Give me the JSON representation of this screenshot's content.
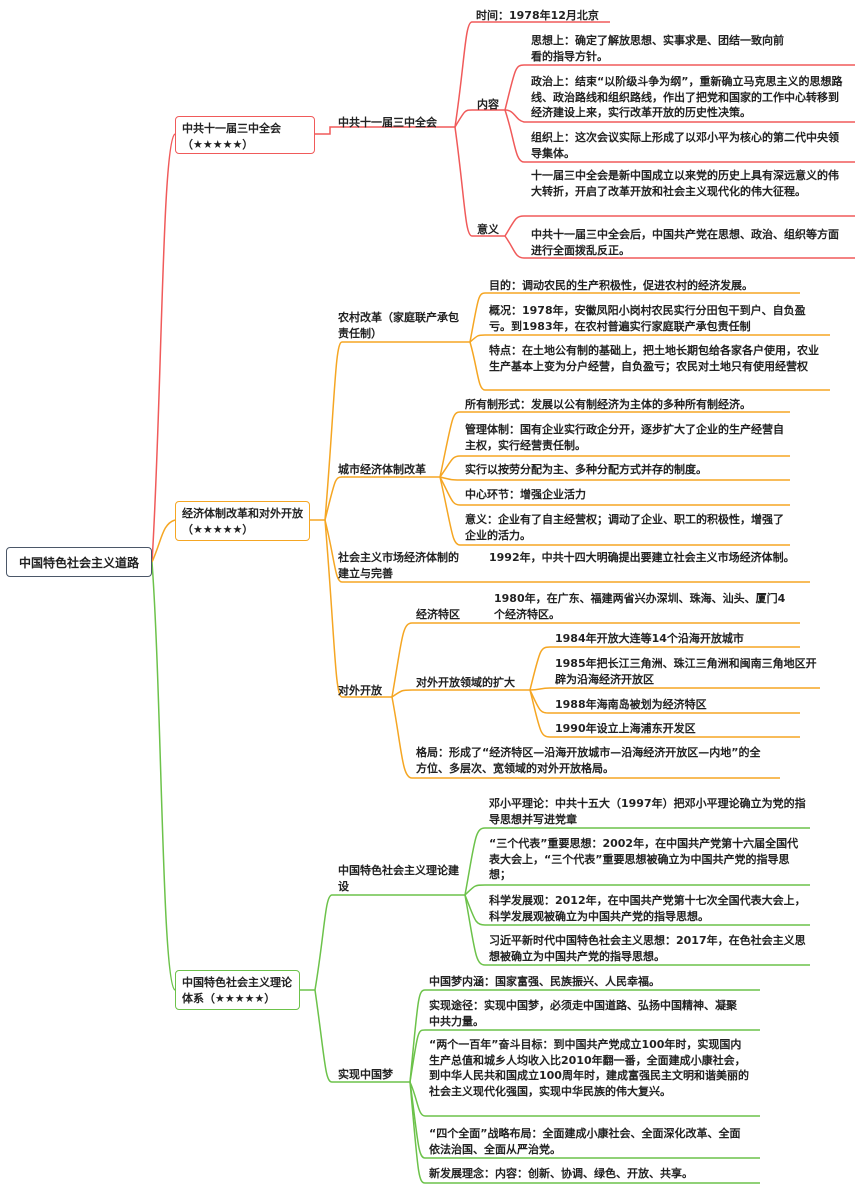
{
  "root": "中国特色社会主义道路",
  "colors": {
    "red": "#f05a5a",
    "orange": "#f5a623",
    "green": "#6cc24a",
    "root_border": "#4b5768"
  },
  "branch1": {
    "label": "中共十一届三中全会（★★★★★）",
    "topic": "中共十一届三中全会",
    "time": "时间：1978年12月北京",
    "content_label": "内容",
    "content": [
      "思想上：确定了解放思想、实事求是、团结一致向前看的指导方针。",
      "政治上：结束“以阶级斗争为纲”，重新确立马克思主义的思想路线、政治路线和组织路线，作出了把党和国家的工作中心转移到经济建设上来，实行改革开放的历史性决策。",
      "组织上：这次会议实际上形成了以邓小平为核心的第二代中央领导集体。"
    ],
    "meaning_label": "意义",
    "meaning": [
      "十一届三中全会是新中国成立以来党的历史上具有深远意义的伟大转折，开启了改革开放和社会主义现代化的伟大征程。",
      "中共十一届三中全会后，中国共产党在思想、政治、组织等方面进行全面拨乱反正。"
    ]
  },
  "branch2": {
    "label": "经济体制改革和对外开放（★★★★★）",
    "rural": {
      "label": "农村改革（家庭联产承包责任制）",
      "items": [
        "目的：调动农民的生产积极性，促进农村的经济发展。",
        "概况：1978年，安徽凤阳小岗村农民实行分田包干到户、自负盈亏。到1983年，在农村普遍实行家庭联产承包责任制",
        "特点：在土地公有制的基础上，把土地长期包给各家各户使用，农业生产基本上变为分户经营，自负盈亏；农民对土地只有使用经营权"
      ]
    },
    "urban": {
      "label": "城市经济体制改革",
      "items": [
        "所有制形式：发展以公有制经济为主体的多种所有制经济。",
        "管理体制：国有企业实行政企分开，逐步扩大了企业的生产经营自主权，实行经营责任制。",
        "实行以按劳分配为主、多种分配方式并存的制度。",
        "中心环节：增强企业活力",
        "意义：企业有了自主经营权；调动了企业、职工的积极性，增强了企业的活力。"
      ]
    },
    "market": {
      "label": "社会主义市场经济体制的建立与完善",
      "item": "1992年，中共十四大明确提出要建立社会主义市场经济体制。"
    },
    "open": {
      "label": "对外开放",
      "sez_label": "经济特区",
      "sez": "1980年，在广东、福建两省兴办深圳、珠海、汕头、厦门4个经济特区。",
      "expand_label": "对外开放领域的扩大",
      "expand": [
        "1984年开放大连等14个沿海开放城市",
        "1985年把长江三角洲、珠江三角洲和闽南三角地区开辟为沿海经济开放区",
        "1988年海南岛被划为经济特区",
        "1990年设立上海浦东开发区"
      ],
      "pattern": "格局：形成了“经济特区—沿海开放城市—沿海经济开放区—内地”的全方位、多层次、宽领域的对外开放格局。"
    }
  },
  "branch3": {
    "label": "中国特色社会主义理论体系（★★★★★）",
    "theory": {
      "label": "中国特色社会主义理论建设",
      "items": [
        "邓小平理论：中共十五大（1997年）把邓小平理论确立为党的指导思想并写进党章",
        "“三个代表”重要思想：2002年，在中国共产党第十六届全国代表大会上，“三个代表”重要思想被确立为中国共产党的指导思想；",
        "科学发展观：2012年，在中国共产党第十七次全国代表大会上，科学发展观被确立为中国共产党的指导思想。",
        "习近平新时代中国特色社会主义思想：2017年，在色社会主义思想被确立为中国共产党的指导思想。"
      ]
    },
    "dream": {
      "label": "实现中国梦",
      "items": [
        "中国梦内涵：国家富强、民族振兴、人民幸福。",
        "实现途径：实现中国梦，必须走中国道路、弘扬中国精神、凝聚中共力量。",
        "“两个一百年”奋斗目标：到中国共产党成立100年时，实现国内生产总值和城乡人均收入比2010年翻一番，全面建成小康社会，到中华人民共和国成立100周年时，建成富强民主文明和谐美丽的社会主义现代化强国，实现中华民族的伟大复兴。",
        "“四个全面”战略布局：全面建成小康社会、全面深化改革、全面依法治国、全面从严治党。",
        "新发展理念：内容：创新、协调、绿色、开放、共享。"
      ]
    }
  }
}
